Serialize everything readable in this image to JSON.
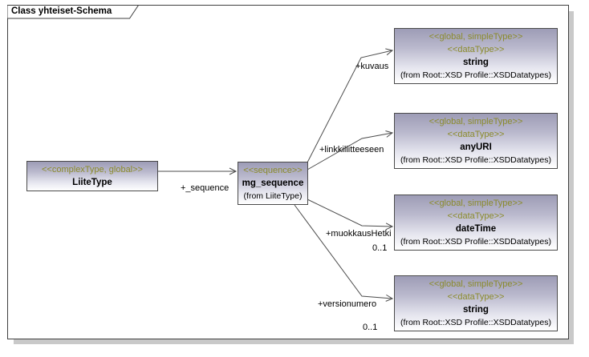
{
  "frame": {
    "title": "Class yhteiset-Schema"
  },
  "colors": {
    "stereotype_text": "#8b8b2b",
    "node_gradient_top": "#9d9cb6",
    "node_gradient_bottom": "#ffffff",
    "node_border": "#4a4a4a",
    "connector": "#4d4d4d",
    "frame_shadow": "#c9c9c9"
  },
  "nodes": {
    "liitetype": {
      "stereotype": "<<complexType, global>>",
      "name": "LiiteType"
    },
    "mg_sequence": {
      "stereotype": "<<sequence>>",
      "name": "mg_sequence",
      "from": "(from LiiteType)"
    },
    "datatypes": [
      {
        "stereotype1": "<<global, simpleType>>",
        "stereotype2": "<<dataType>>",
        "name": "string",
        "from": "(from Root::XSD Profile::XSDDatatypes)"
      },
      {
        "stereotype1": "<<global, simpleType>>",
        "stereotype2": "<<dataType>>",
        "name": "anyURI",
        "from": "(from Root::XSD Profile::XSDDatatypes)"
      },
      {
        "stereotype1": "<<global, simpleType>>",
        "stereotype2": "<<dataType>>",
        "name": "dateTime",
        "from": "(from Root::XSD Profile::XSDDatatypes)"
      },
      {
        "stereotype1": "<<global, simpleType>>",
        "stereotype2": "<<dataType>>",
        "name": "string",
        "from": "(from Root::XSD Profile::XSDDatatypes)"
      }
    ]
  },
  "edges": {
    "sequence": {
      "label": "+_sequence"
    },
    "kuvaus": {
      "label": "+kuvaus"
    },
    "linkki": {
      "label": "+linkkiliitteeseen"
    },
    "muokkaus": {
      "label": "+muokkausHetki",
      "multiplicity": "0..1"
    },
    "versio": {
      "label": "+versionumero",
      "multiplicity": "0..1"
    }
  }
}
